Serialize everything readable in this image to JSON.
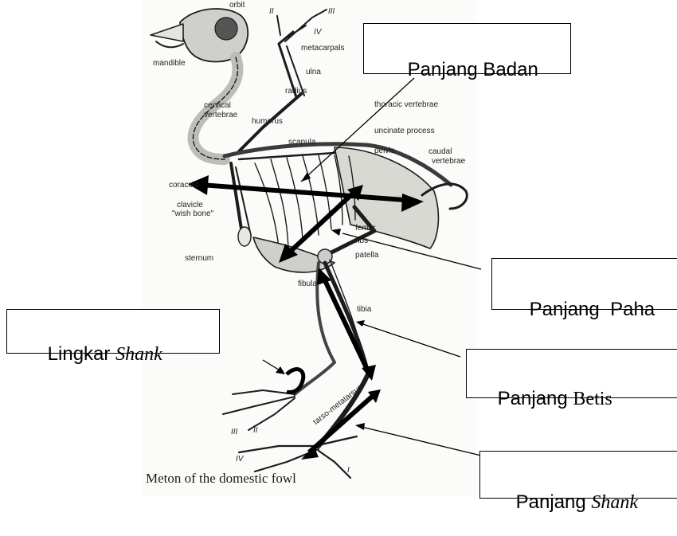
{
  "boxes": {
    "badan": "Panjang Badan",
    "paha": "Panjang  Paha",
    "betis_a": "Panjang ",
    "betis_b": "Betis",
    "lingkar_a": "Lingkar ",
    "lingkar_b": "Shank",
    "shank_a": "Panjang ",
    "shank_b": "Shank"
  },
  "bone_labels": {
    "orbit": "orbit",
    "mandible": "mandible",
    "digit_ii": "II",
    "digit_iii": "III",
    "digit_iv": "IV",
    "metacarpals": "metacarpals",
    "ulna": "ulna",
    "radius": "radius",
    "cervical_1": "cervical",
    "cervical_2": "vertebrae",
    "humerus": "humerus",
    "thoracic": "thoracic vertebrae",
    "uncinate": "uncinate process",
    "scapula": "scapula",
    "pelvis": "pelvis",
    "caudal_1": "caudal",
    "caudal_2": "vertebrae",
    "coracoid": "coracoid",
    "clavicle_1": "clavicle",
    "clavicle_2": "\"wish bone\"",
    "femur": "femur",
    "ribs": "ribs",
    "patella": "patella",
    "sternum": "sternum",
    "fibula": "fibula",
    "tibia": "tibia",
    "tarso": "tarso-metatarsus",
    "toe_i": "I",
    "toe_ii": "II",
    "toe_iii": "III",
    "toe_iv": "IV"
  },
  "caption": "Meton of the domestic fowl"
}
